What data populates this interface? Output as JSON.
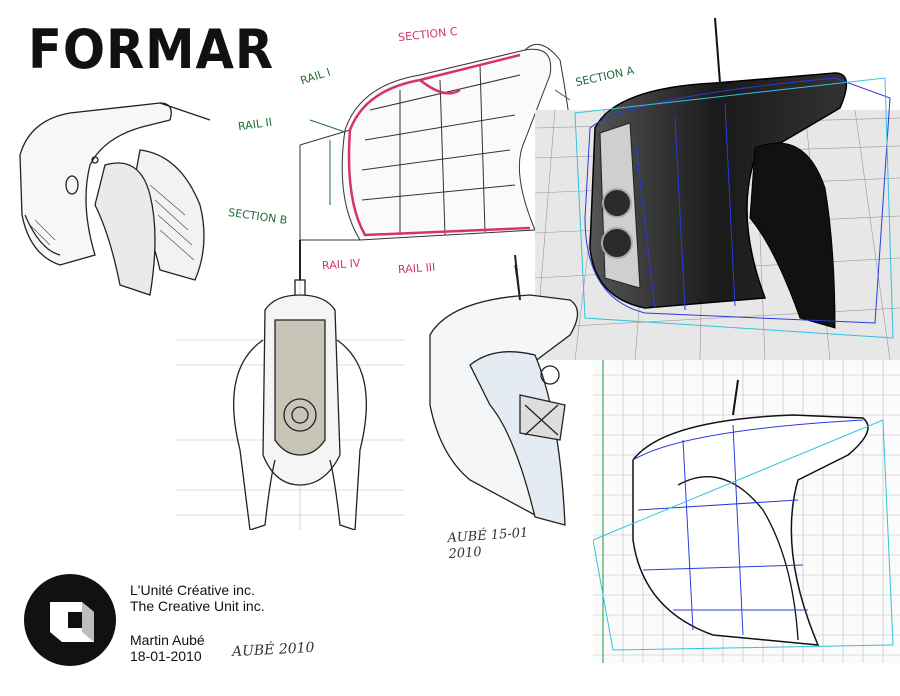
{
  "brand": {
    "title": "FORMAR"
  },
  "annotations": {
    "section_c": "SECTION C",
    "section_a": "SECTION A",
    "section_b": "SECTION B",
    "rail_1": "RAIL I",
    "rail_2": "RAIL II",
    "rail_3": "RAIL III",
    "rail_4": "RAIL IV"
  },
  "signature": {
    "sketch": "AUBÉ 15-01 2010",
    "footer": "AUBÉ 2010"
  },
  "footer": {
    "company_fr": "L'Unité Créative inc.",
    "company_en": "The Creative Unit inc.",
    "author": "Martin Aubé",
    "date": "18-01-2010"
  },
  "colors": {
    "annotation_green": "#1f6b3a",
    "annotation_pink": "#d8326a",
    "render_dark": "#1a1a1a",
    "wire_blue": "#2a3ad8",
    "wire_cyan": "#33c3e0"
  },
  "icons": {
    "logo": "creative-unit-logo"
  }
}
